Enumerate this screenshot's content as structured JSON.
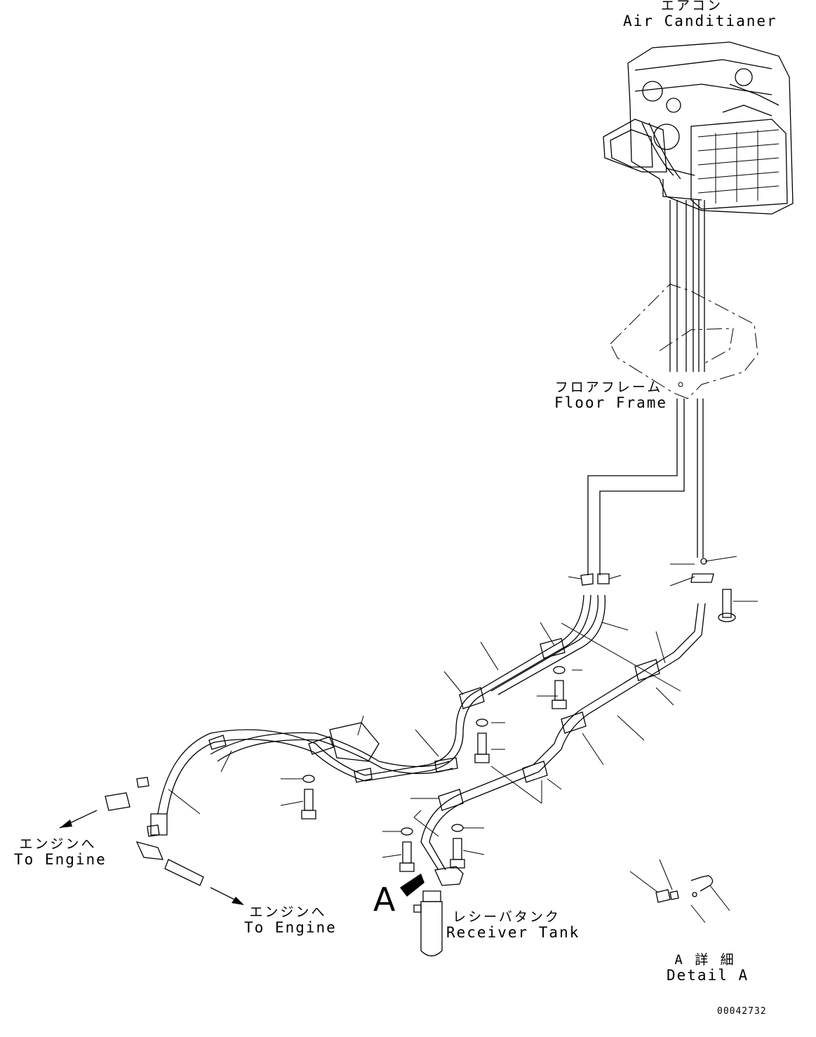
{
  "labels": {
    "air_conditioner": {
      "jp": "エアコン",
      "en": "Air Canditianer"
    },
    "floor_frame": {
      "jp": "フロアフレーム",
      "en": "Floor Frame"
    },
    "to_engine_left": {
      "jp": "エンジンへ",
      "en": "To Engine"
    },
    "to_engine_right": {
      "jp": "エンジンへ",
      "en": "To Engine"
    },
    "receiver_tank": {
      "jp": "レシーバタンク",
      "en": "Receiver Tank"
    },
    "detail_a": {
      "jp": "A 詳 細",
      "en": "Detail A"
    },
    "view_marker": "A",
    "document_number": "00042732"
  }
}
